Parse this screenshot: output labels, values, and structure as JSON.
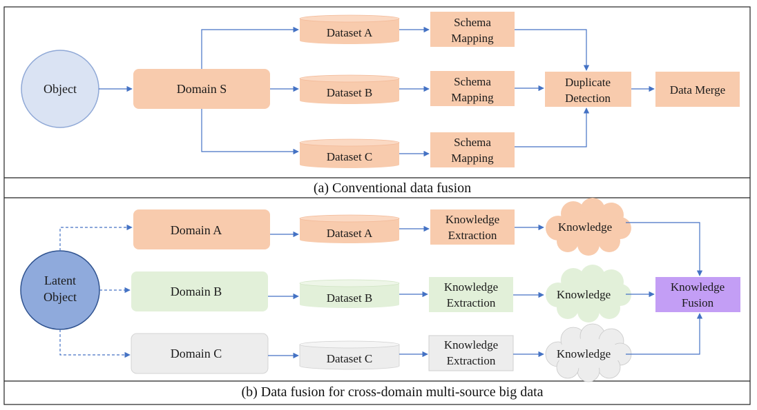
{
  "panel_a": {
    "caption": "(a)  Conventional data fusion",
    "object": "Object",
    "domain": "Domain S",
    "dataset_a": "Dataset A",
    "dataset_b": "Dataset B",
    "dataset_c": "Dataset C",
    "schema_a": [
      "Schema",
      "Mapping"
    ],
    "schema_b": [
      "Schema",
      "Mapping"
    ],
    "schema_c": [
      "Schema",
      "Mapping"
    ],
    "duplicate": [
      "Duplicate",
      "Detection"
    ],
    "merge": "Data Merge"
  },
  "panel_b": {
    "caption": "(b)  Data fusion for cross-domain multi-source big data",
    "latent": [
      "Latent",
      "Object"
    ],
    "domain_a": "Domain A",
    "domain_b": "Domain B",
    "domain_c": "Domain C",
    "dataset_a": "Dataset A",
    "dataset_b": "Dataset B",
    "dataset_c": "Dataset C",
    "extract_a": [
      "Knowledge",
      "Extraction"
    ],
    "extract_b": [
      "Knowledge",
      "Extraction"
    ],
    "extract_c": [
      "Knowledge",
      "Extraction"
    ],
    "knowledge_a": "Knowledge",
    "knowledge_b": "Knowledge",
    "knowledge_c": "Knowledge",
    "fusion": [
      "Knowledge",
      "Fusion"
    ]
  },
  "colors": {
    "orange": "#f8cbad",
    "green": "#e2f0d9",
    "gray": "#ededed",
    "purple": "#c39ef5",
    "object_fill": "#dae3f3",
    "latent_fill": "#8faadc",
    "arrow": "#4472c4"
  }
}
